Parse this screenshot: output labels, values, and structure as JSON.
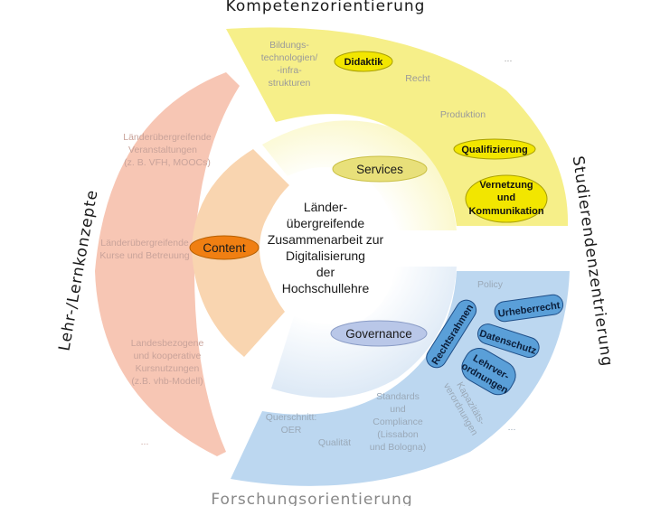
{
  "outer_labels": {
    "top": "Kompetenzorientierung",
    "right": "Studierendenzentrierung",
    "left": "Lehr-/Lernkonzepte",
    "bottom": "Forschungsorientierung"
  },
  "center": {
    "lines": [
      "Länder-",
      "übergreifende",
      "Zusammenarbeit zur",
      "Digitalisierung",
      "der",
      "Hochschullehre"
    ]
  },
  "inner": {
    "services": "Services",
    "content": "Content",
    "governance": "Governance"
  },
  "yellow_sector": {
    "faint_bildung": [
      "Bildungs-",
      "technologien/",
      "-infra-",
      "strukturen"
    ],
    "didaktik": "Didaktik",
    "recht": "Recht",
    "produktion": "Produktion",
    "qualifizierung": "Qualifizierung",
    "vernetzung": [
      "Vernetzung",
      "und",
      "Kommunikation"
    ],
    "dots": "..."
  },
  "pink_sector": {
    "veranstaltungen": [
      "Länderübergreifende",
      "Veranstaltungen",
      "(z. B. VFH, MOOCs)"
    ],
    "kurse": [
      "Länderübergreifende",
      "Kurse und Betreuung"
    ],
    "landes": [
      "Landesbezogene",
      "und kooperative",
      "Kursnutzungen",
      "(z.B. vhb-Modell)"
    ],
    "dots": "..."
  },
  "blue_sector": {
    "policy": "Policy",
    "rechtsrahmen": "Rechtsrahmen",
    "urheberrecht": "Urheberrecht",
    "datenschutz": "Datenschutz",
    "lehrverordnungen": [
      "Lehrver-",
      "ordnungen"
    ],
    "kapazitaet": [
      "Kapazitäts-",
      "verordnungen"
    ],
    "standards": [
      "Standards",
      "und",
      "Compliance",
      "(Lissabon",
      "und Bologna)"
    ],
    "querschnitt": [
      "Querschnitt:",
      "OER"
    ],
    "qualitaet": "Qualität",
    "dots": "..."
  },
  "colors": {
    "yellow": "#f7f08a",
    "yellow_pill": "#f2e600",
    "pink": "#f7c7b7",
    "peach": "#f9d6b1",
    "orange_pill": "#f07f12",
    "blue": "#bcd7ef",
    "blue_pill": "#5a9fd8",
    "governance_pill": "#b9c7e8"
  }
}
